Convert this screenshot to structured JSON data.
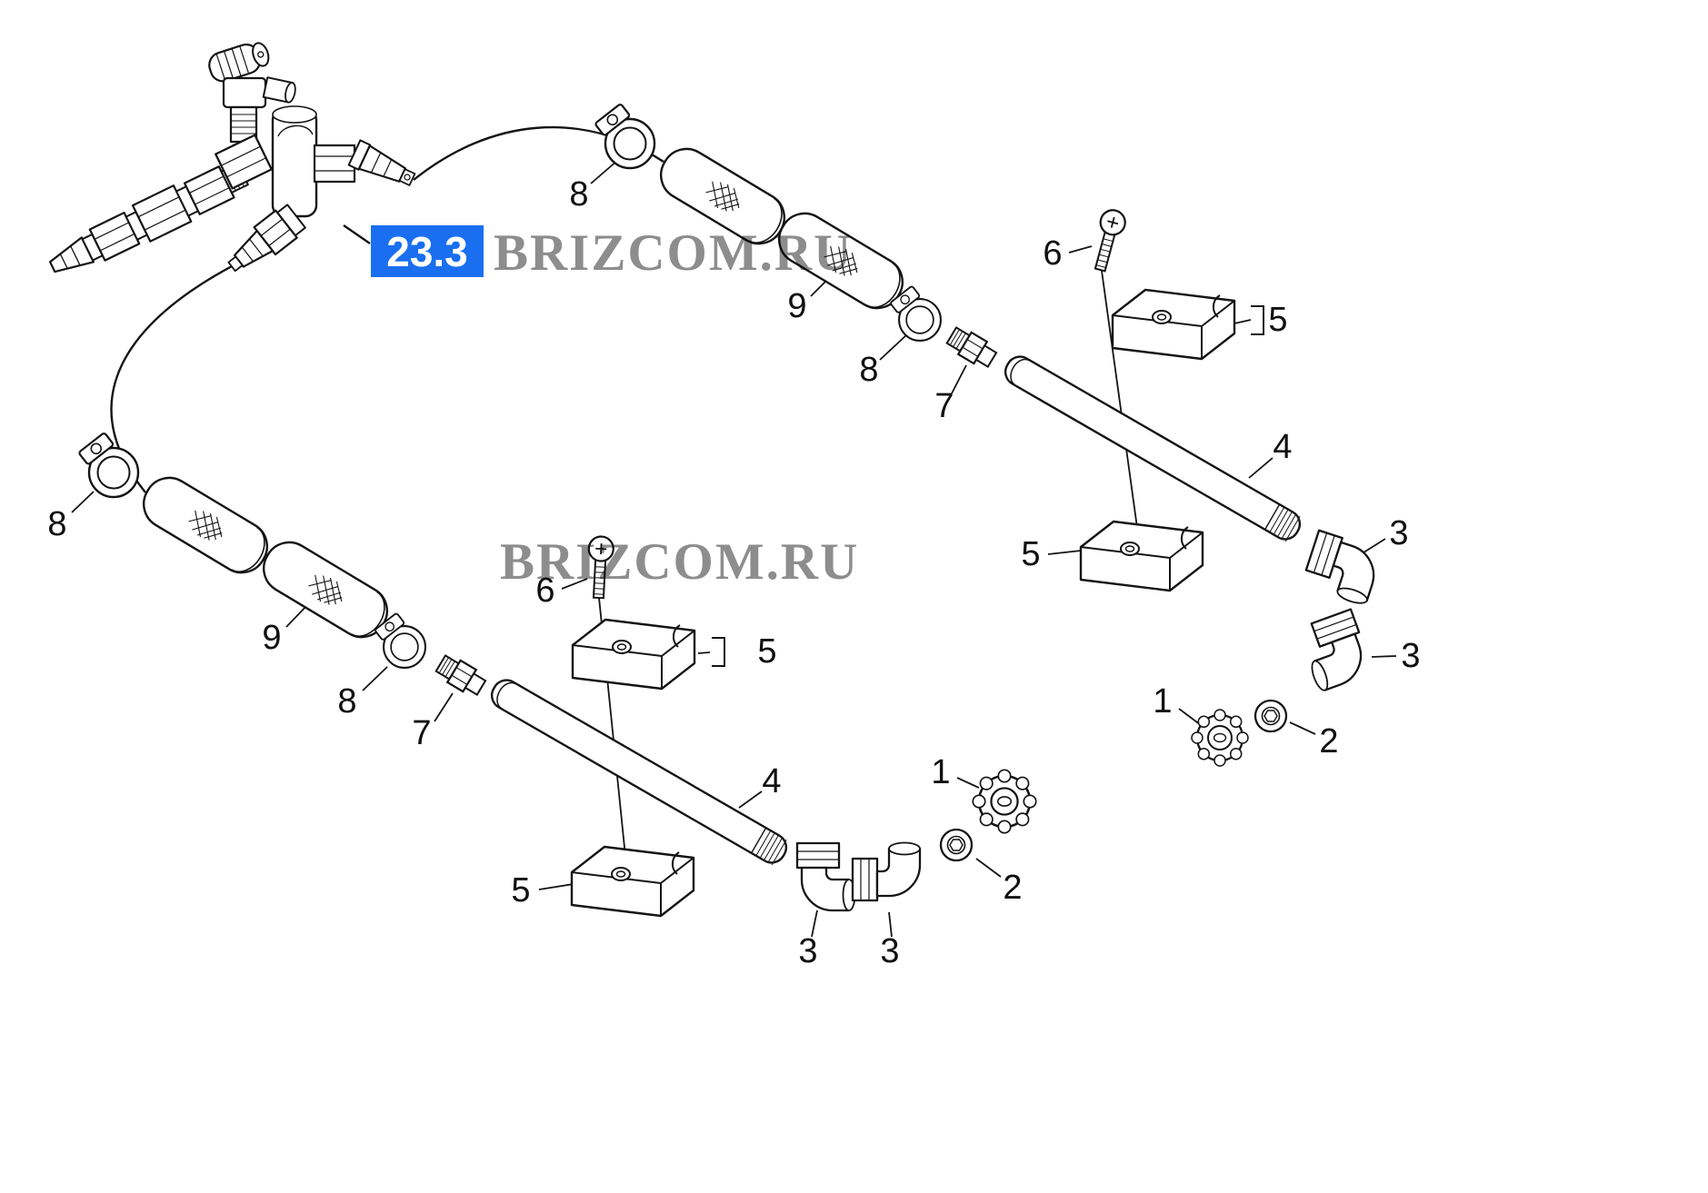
{
  "figure": {
    "badge": {
      "label": "23.3",
      "bg_color": "#1a6ff0",
      "text_color": "#ffffff"
    },
    "watermark_color": "#8d8d8d",
    "line_color": "#141414",
    "watermarks": [
      {
        "text": "BRIZCOM.RU"
      },
      {
        "text": "BRIZCOM.RU"
      }
    ],
    "callouts": [
      {
        "label": "8",
        "part": "hose-clamp"
      },
      {
        "label": "9",
        "part": "hose"
      },
      {
        "label": "8",
        "part": "hose-clamp"
      },
      {
        "label": "7",
        "part": "threaded-nipple"
      },
      {
        "label": "6",
        "part": "screw"
      },
      {
        "label": "5",
        "part": "clamp-block"
      },
      {
        "label": "4",
        "part": "pipe"
      },
      {
        "label": "3",
        "part": "elbow-fitting"
      },
      {
        "label": "3",
        "part": "elbow-fitting"
      },
      {
        "label": "1",
        "part": "coupling-nut"
      },
      {
        "label": "2",
        "part": "plug"
      },
      {
        "label": "5",
        "part": "clamp-block"
      },
      {
        "label": "8",
        "part": "hose-clamp"
      },
      {
        "label": "9",
        "part": "hose"
      },
      {
        "label": "8",
        "part": "hose-clamp"
      },
      {
        "label": "7",
        "part": "threaded-nipple"
      },
      {
        "label": "6",
        "part": "screw"
      },
      {
        "label": "5",
        "part": "clamp-block"
      },
      {
        "label": "4",
        "part": "pipe"
      },
      {
        "label": "5",
        "part": "clamp-block"
      },
      {
        "label": "3",
        "part": "elbow-fitting"
      },
      {
        "label": "3",
        "part": "elbow-fitting"
      },
      {
        "label": "1",
        "part": "coupling-nut"
      },
      {
        "label": "2",
        "part": "plug"
      }
    ]
  }
}
